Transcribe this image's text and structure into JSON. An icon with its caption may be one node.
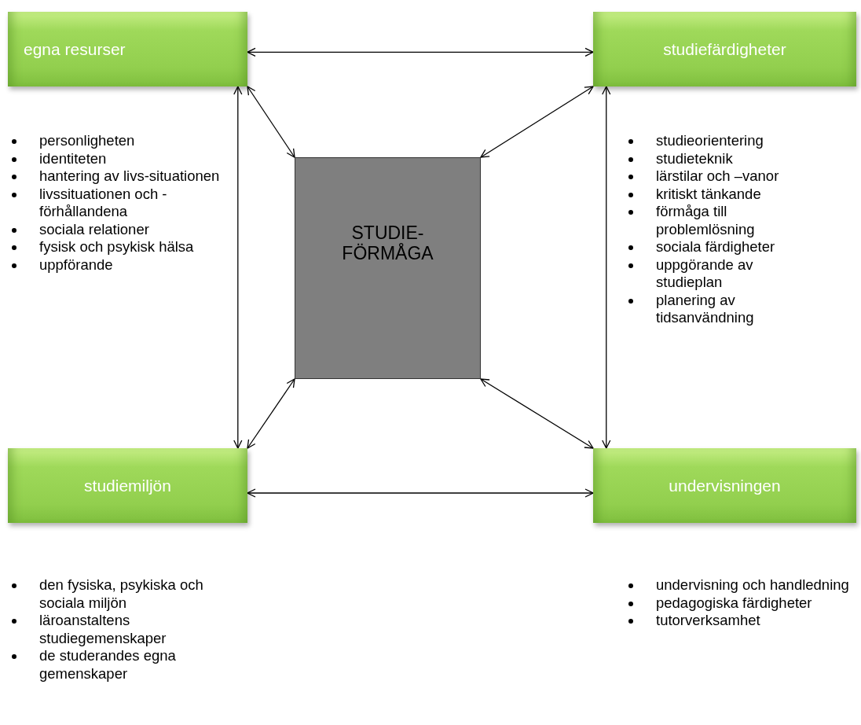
{
  "diagram": {
    "nodes": [
      {
        "text": [
          "egna resurser"
        ]
      },
      {
        "text": [
          "studiefärdigheter"
        ]
      },
      {
        "text": [
          "STUDIE-FÖRMÅGA"
        ]
      },
      {
        "text": [
          "studiemiljön"
        ]
      },
      {
        "text": [
          "undervisningen"
        ]
      }
    ],
    "edges": [
      {
        "from": 0,
        "to": 1,
        "arrow": "both"
      },
      {
        "from": 0,
        "to": 2,
        "arrow": "both"
      },
      {
        "from": 1,
        "to": 2,
        "arrow": "both"
      },
      {
        "from": 0,
        "to": 3,
        "arrow": "both"
      },
      {
        "from": 1,
        "to": 4,
        "arrow": "both"
      },
      {
        "from": 3,
        "to": 2,
        "arrow": "both"
      },
      {
        "from": 4,
        "to": 2,
        "arrow": "both"
      },
      {
        "from": 3,
        "to": 4,
        "arrow": "both"
      }
    ],
    "labels": [
      "personligheten",
      "identiteten",
      "hantering av livs-situationen",
      "livssituationen och -förhållandena",
      "sociala relationer",
      "fysisk och psykisk hälsa",
      "uppförande",
      "studieorientering",
      "studieteknik",
      "lärstilar och –vanor",
      "kritiskt tänkande",
      "förmåga till problemlösning",
      "sociala färdigheter",
      "uppgörande av studieplan",
      "planering av tidsanvändning",
      "den fysiska, psykiska och sociala miljön",
      "läroanstaltens studiegemenskaper",
      "de studerandes egna gemenskaper",
      "undervisning och handledning",
      "pedagogiska färdigheter",
      "tutorverksamhet"
    ]
  }
}
